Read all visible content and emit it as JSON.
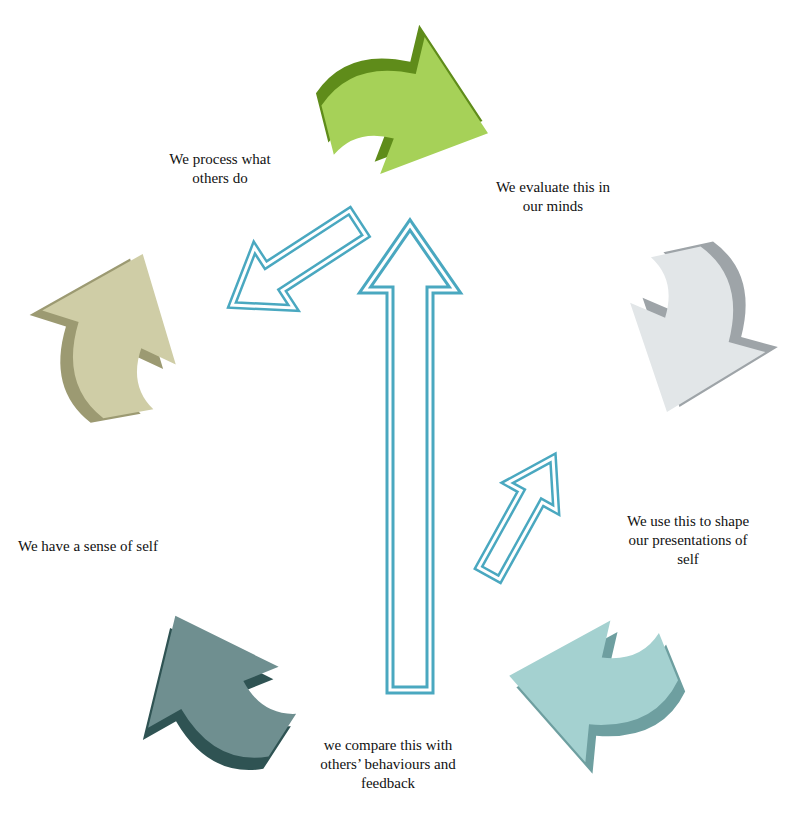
{
  "diagram": {
    "labels": [
      "We process what others do",
      "We evaluate this in our minds",
      "We use this to shape our presentations of self",
      "we compare this with others’ behaviours and feedback",
      "We have a sense of self"
    ]
  }
}
